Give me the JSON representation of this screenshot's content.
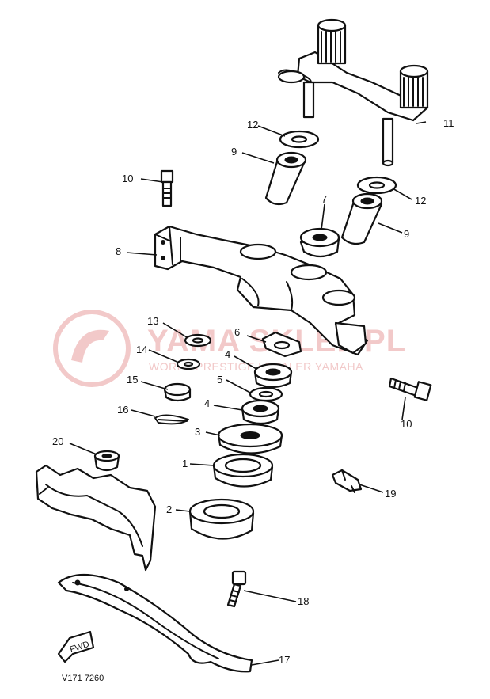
{
  "watermark": {
    "title": "YAMA SKLEP.PL",
    "subtitle": "WORLD PRESTIGE | DEALER YAMAHA"
  },
  "diagram": {
    "callouts": {
      "c1": "1",
      "c2": "2",
      "c3": "3",
      "c4a": "4",
      "c4b": "4",
      "c5": "5",
      "c6": "6",
      "c7": "7",
      "c8": "8",
      "c9a": "9",
      "c9b": "9",
      "c10a": "10",
      "c10b": "10",
      "c11": "11",
      "c12a": "12",
      "c12b": "12",
      "c13": "13",
      "c14": "14",
      "c15": "15",
      "c16": "16",
      "c17": "17",
      "c18": "18",
      "c19": "19",
      "c20": "20"
    },
    "fwd_label": "FWD",
    "drawing_code": "V171 7260"
  }
}
